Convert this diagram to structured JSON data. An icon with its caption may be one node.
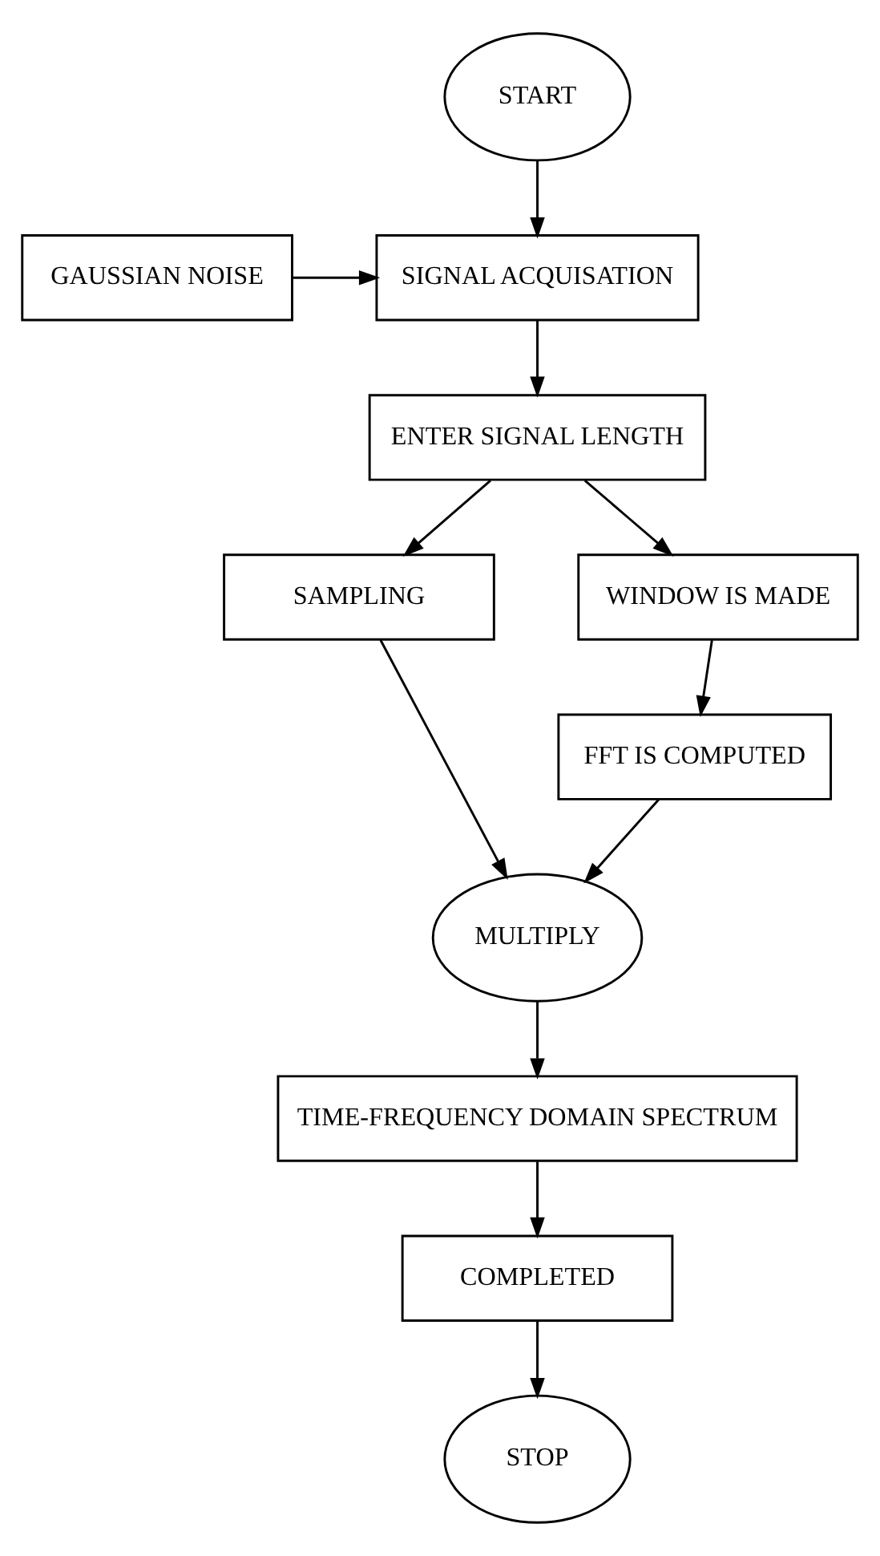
{
  "diagram": {
    "nodes": [
      {
        "text": [
          "START"
        ]
      },
      {
        "text": [
          "SIGNAL ACQUISATION"
        ]
      },
      {
        "text": [
          "GAUSSIAN NOISE"
        ]
      },
      {
        "text": [
          "ENTER SIGNAL LENGTH"
        ]
      },
      {
        "text": [
          "SAMPLING"
        ]
      },
      {
        "text": [
          "WINDOW IS MADE"
        ]
      },
      {
        "text": [
          "FFT IS COMPUTED"
        ]
      },
      {
        "text": [
          "MULTIPLY"
        ]
      },
      {
        "text": [
          "TIME-FREQUENCY DOMAIN SPECTRUM"
        ]
      },
      {
        "text": [
          "COMPLETED"
        ]
      },
      {
        "text": [
          "STOP"
        ]
      }
    ],
    "edges": [
      {
        "from": 0,
        "to": 1,
        "arrow": "to"
      },
      {
        "from": 2,
        "to": 1,
        "arrow": "to"
      },
      {
        "from": 1,
        "to": 3,
        "arrow": "to"
      },
      {
        "from": 3,
        "to": 4,
        "arrow": "to"
      },
      {
        "from": 3,
        "to": 5,
        "arrow": "to"
      },
      {
        "from": 5,
        "to": 6,
        "arrow": "to"
      },
      {
        "from": 4,
        "to": 7,
        "arrow": "to"
      },
      {
        "from": 6,
        "to": 7,
        "arrow": "to"
      },
      {
        "from": 7,
        "to": 8,
        "arrow": "to"
      },
      {
        "from": 8,
        "to": 9,
        "arrow": "to"
      },
      {
        "from": 9,
        "to": 10,
        "arrow": "to"
      }
    ]
  }
}
